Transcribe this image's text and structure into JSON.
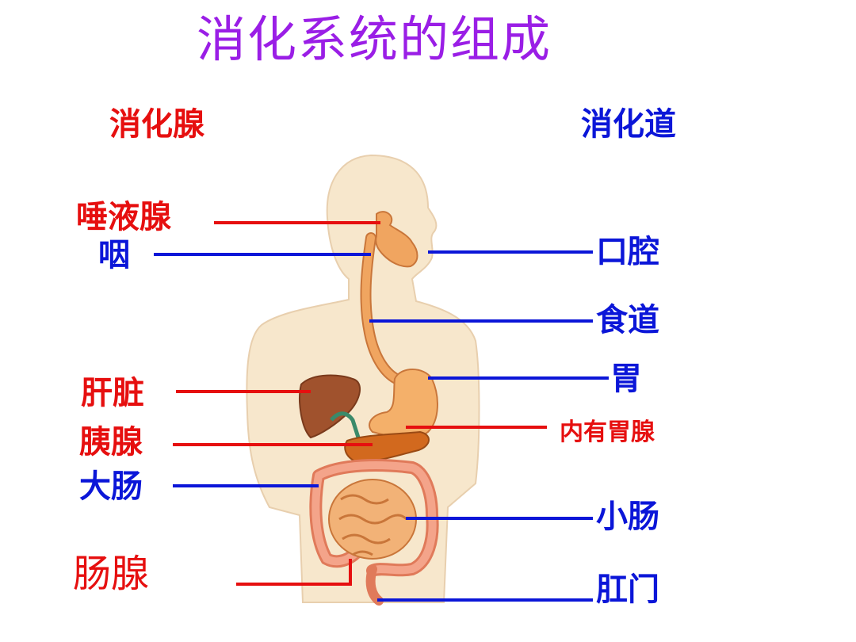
{
  "title": "消化系统的组成",
  "headings": {
    "glands": "消化腺",
    "tract": "消化道"
  },
  "left_labels": {
    "salivary": "唾液腺",
    "pharynx": "咽",
    "liver": "肝脏",
    "pancreas": "胰腺",
    "large_intestine": "大肠",
    "intestinal_gland": "肠腺"
  },
  "right_labels": {
    "mouth": "口腔",
    "esophagus": "食道",
    "stomach": "胃",
    "gastric_gland": "内有胃腺",
    "small_intestine": "小肠",
    "anus": "肛门"
  },
  "colors": {
    "title": "#9a1ee6",
    "gland": "#e60f0f",
    "tract": "#0b16d8",
    "body": "#f7e7cc",
    "organ": "#f0a560",
    "liver": "#a0522d"
  }
}
